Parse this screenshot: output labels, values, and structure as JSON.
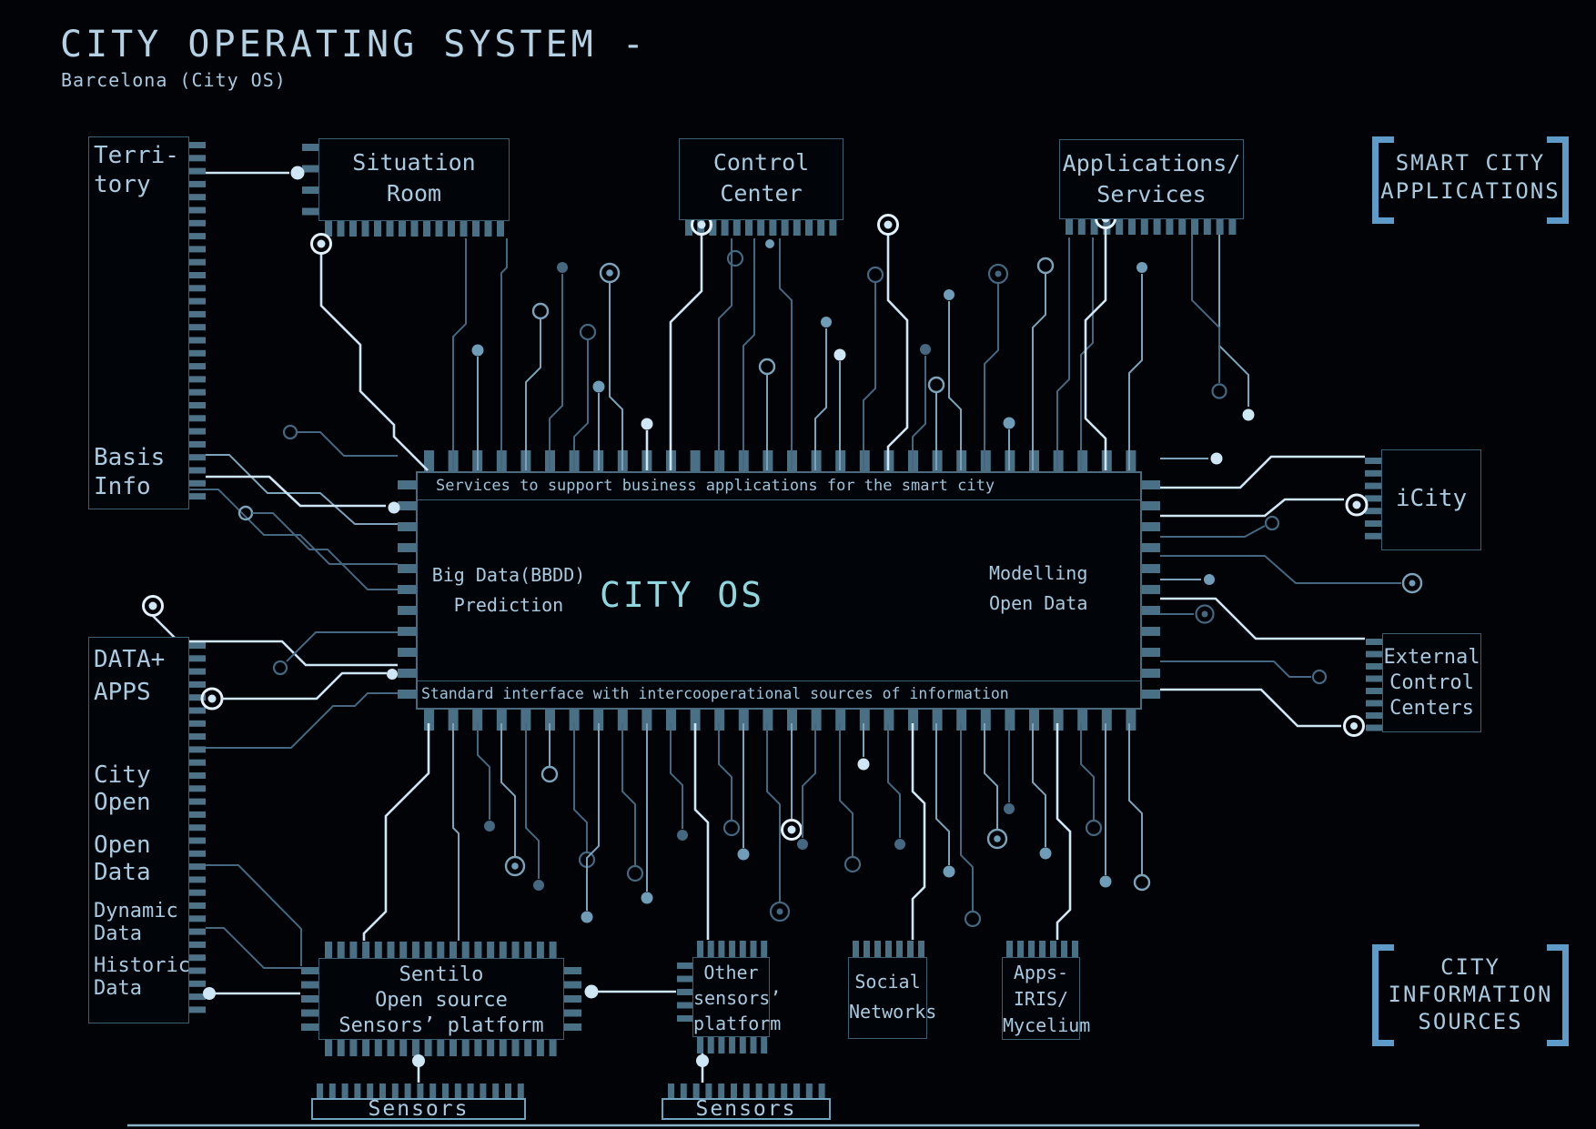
{
  "title": {
    "main": "CITY OPERATING SYSTEM -",
    "sub": "Barcelona (City OS)"
  },
  "left_panels": {
    "territory": {
      "top": [
        "Terri-",
        "tory"
      ],
      "bottom": [
        "Basis",
        "Info"
      ]
    },
    "data_apps": {
      "header": [
        "DATA+",
        "APPS"
      ],
      "items": [
        [
          "City",
          "Open"
        ],
        [
          "Open",
          "Data"
        ],
        [
          "Dynamic",
          "Data"
        ],
        [
          "Historic",
          "Data"
        ]
      ]
    }
  },
  "top_chips": {
    "situation_room": [
      "Situation",
      "Room"
    ],
    "control_center": [
      "Control",
      "Center"
    ],
    "applications_services": [
      "Applications/",
      "Services"
    ]
  },
  "central_chip": {
    "top_strip": "Services to support business applications for the smart city",
    "left": [
      "Big Data(BBDD)",
      "Prediction"
    ],
    "name": "CITY OS",
    "right": [
      "Modelling",
      "Open Data"
    ],
    "bottom_strip": "Standard interface with intercooperational sources of information"
  },
  "right_chips": {
    "icity": "iCity",
    "external": [
      "External",
      "Control",
      "Centers"
    ]
  },
  "bottom_chips": {
    "sentilo": [
      "Sentilo",
      "Open source",
      "Sensors’ platform"
    ],
    "other_sensors": [
      "Other",
      "sensors’",
      "platform"
    ],
    "social_networks": [
      "Social",
      "Networks"
    ],
    "apps_iris": [
      "Apps-",
      "IRIS/",
      "Mycelium"
    ]
  },
  "sensor_bars": [
    "Sensors",
    "Sensors"
  ],
  "side_labels": {
    "smart_city": [
      "SMART CITY",
      "APPLICATIONS"
    ],
    "city_information": [
      "CITY",
      "INFORMATION",
      "SOURCES"
    ]
  },
  "colors": {
    "background": "#010307",
    "text": "#a9cadf",
    "chip_name": "#8fd6de",
    "bright_trace": "#cfe6f5",
    "medium_trace": "#7da3ba",
    "dim_trace": "#45677f",
    "pin": "#4a7086",
    "bracket": "#5e9bc8"
  }
}
